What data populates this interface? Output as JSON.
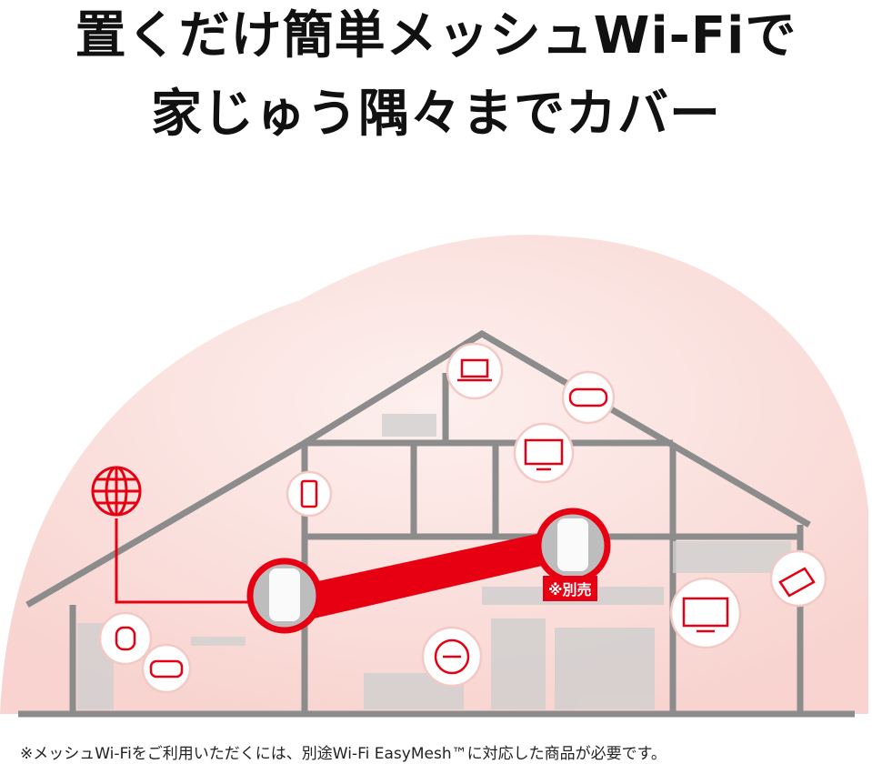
{
  "headline": {
    "line1": "置くだけ簡単メッシュWi-Fiで",
    "line2": "家じゅう隅々までカバー"
  },
  "illustration": {
    "satellite_badge": "※別売",
    "device_icons": [
      "globe-icon",
      "laptop-icon",
      "handheld-game-icon",
      "monitor-icon",
      "smartphone-icon",
      "smart-speaker-icon",
      "gamepad-icon",
      "robot-vacuum-icon",
      "tv-icon",
      "security-camera-icon"
    ],
    "colors": {
      "accent": "#e60012",
      "cloud": "#fbe3e0",
      "house": "#8c8c8c"
    }
  },
  "footnote": "※メッシュWi-Fiをご利用いただくには、別途Wi-Fi EasyMesh™に対応した商品が必要です。"
}
